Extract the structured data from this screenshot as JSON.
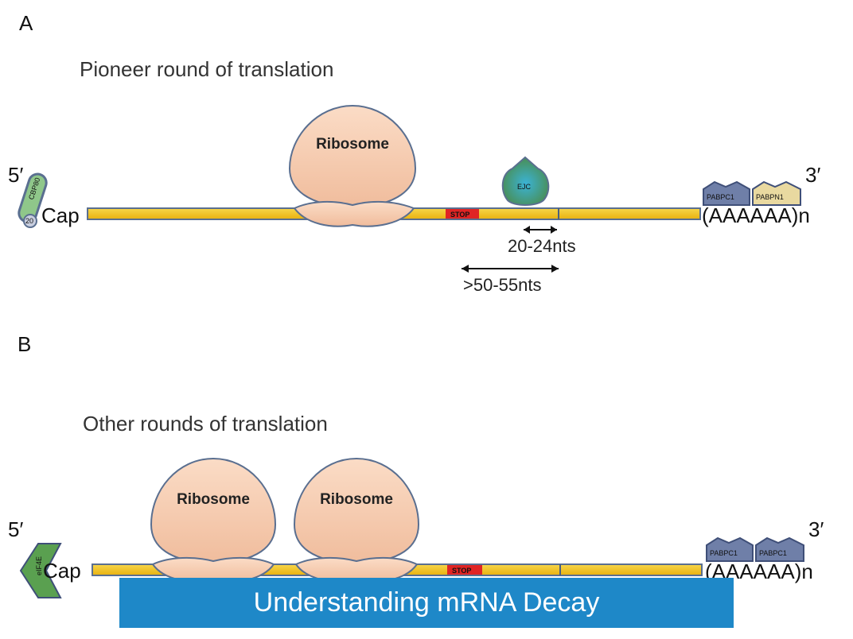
{
  "caption": "Understanding mRNA Decay",
  "panel_a": {
    "letter": "A",
    "title": "Pioneer round of translation",
    "five_prime": "5′",
    "three_prime": "3′",
    "cap": "Cap",
    "cap_proteins": [
      "CBP80",
      "20"
    ],
    "ribosome": "Ribosome",
    "stop": "STOP",
    "ejc": "EJC",
    "pabps": [
      "PABPC1",
      "PABPN1"
    ],
    "polya": "(AAAAAA)n",
    "dist_short": "20-24nts",
    "dist_long": ">50-55nts"
  },
  "panel_b": {
    "letter": "B",
    "title": "Other rounds of translation",
    "five_prime": "5′",
    "three_prime": "3′",
    "cap": "Cap",
    "cap_protein": "eIF4E",
    "ribosomes": [
      "Ribosome",
      "Ribosome"
    ],
    "stop": "STOP",
    "pabps": [
      "PABPC1",
      "PABPC1"
    ],
    "polya": "(AAAAAA)n"
  },
  "colors": {
    "mrna": "#f2c21b",
    "ribosome": "#f6cbb0",
    "stop": "#e02424",
    "ejc": "#3aa6a0",
    "pabp": "#6f7fa8",
    "pabpn": "#e9d9a0",
    "cbp": "#8fc78a",
    "eif4e": "#5aa050",
    "caption_bg": "#1e88c8"
  }
}
